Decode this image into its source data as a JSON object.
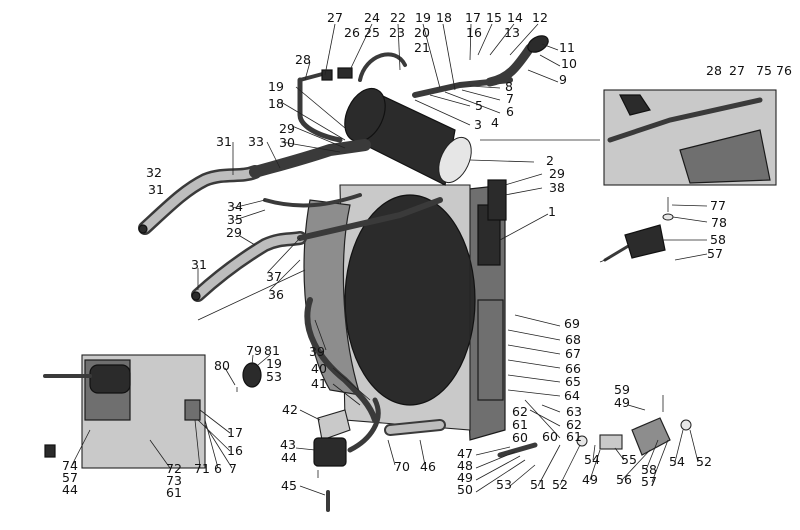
{
  "callouts": [
    {
      "id": "l1",
      "text": "27"
    },
    {
      "id": "l2",
      "text": "24"
    },
    {
      "id": "l3",
      "text": "22"
    },
    {
      "id": "l4",
      "text": "19"
    },
    {
      "id": "l5",
      "text": "18"
    },
    {
      "id": "l6",
      "text": "17"
    },
    {
      "id": "l7",
      "text": "15"
    },
    {
      "id": "l8",
      "text": "14"
    },
    {
      "id": "l9",
      "text": "12"
    },
    {
      "id": "l10",
      "text": "26"
    },
    {
      "id": "l11",
      "text": "25"
    },
    {
      "id": "l12",
      "text": "23"
    },
    {
      "id": "l13",
      "text": "20"
    },
    {
      "id": "l14",
      "text": "16"
    },
    {
      "id": "l15",
      "text": "13"
    },
    {
      "id": "l16",
      "text": "21"
    },
    {
      "id": "l17",
      "text": "11"
    },
    {
      "id": "l18",
      "text": "10"
    },
    {
      "id": "l19",
      "text": "9"
    },
    {
      "id": "l20",
      "text": "28"
    },
    {
      "id": "l21",
      "text": "8"
    },
    {
      "id": "l22",
      "text": "7"
    },
    {
      "id": "l23",
      "text": "6"
    },
    {
      "id": "l24",
      "text": "5"
    },
    {
      "id": "l25",
      "text": "4"
    },
    {
      "id": "l26",
      "text": "3"
    },
    {
      "id": "l27",
      "text": "19"
    },
    {
      "id": "l28",
      "text": "18"
    },
    {
      "id": "l29",
      "text": "29"
    },
    {
      "id": "l30",
      "text": "30"
    },
    {
      "id": "l31",
      "text": "31"
    },
    {
      "id": "l32",
      "text": "33"
    },
    {
      "id": "l33",
      "text": "32"
    },
    {
      "id": "l34",
      "text": "31"
    },
    {
      "id": "l35",
      "text": "2"
    },
    {
      "id": "l36",
      "text": "29"
    },
    {
      "id": "l37",
      "text": "38"
    },
    {
      "id": "l38",
      "text": "34"
    },
    {
      "id": "l39",
      "text": "35"
    },
    {
      "id": "l40",
      "text": "29"
    },
    {
      "id": "l41",
      "text": "1"
    },
    {
      "id": "l42",
      "text": "31"
    },
    {
      "id": "l43",
      "text": "37"
    },
    {
      "id": "l44",
      "text": "36"
    },
    {
      "id": "l45",
      "text": "28"
    },
    {
      "id": "l46",
      "text": "27"
    },
    {
      "id": "l47",
      "text": "75"
    },
    {
      "id": "l48",
      "text": "76"
    },
    {
      "id": "l49",
      "text": "77"
    },
    {
      "id": "l50",
      "text": "78"
    },
    {
      "id": "l51",
      "text": "58"
    },
    {
      "id": "l52",
      "text": "57"
    },
    {
      "id": "l53",
      "text": "69"
    },
    {
      "id": "l54",
      "text": "68"
    },
    {
      "id": "l55",
      "text": "67"
    },
    {
      "id": "l56",
      "text": "66"
    },
    {
      "id": "l57",
      "text": "65"
    },
    {
      "id": "l58",
      "text": "64"
    },
    {
      "id": "l59",
      "text": "63"
    },
    {
      "id": "l60",
      "text": "62"
    },
    {
      "id": "l61",
      "text": "61"
    },
    {
      "id": "l62",
      "text": "62"
    },
    {
      "id": "l63",
      "text": "61"
    },
    {
      "id": "l64",
      "text": "60"
    },
    {
      "id": "l65",
      "text": "60"
    },
    {
      "id": "l66",
      "text": "39"
    },
    {
      "id": "l67",
      "text": "40"
    },
    {
      "id": "l68",
      "text": "41"
    },
    {
      "id": "l69",
      "text": "42"
    },
    {
      "id": "l70",
      "text": "43"
    },
    {
      "id": "l71",
      "text": "44"
    },
    {
      "id": "l72",
      "text": "45"
    },
    {
      "id": "l73",
      "text": "70"
    },
    {
      "id": "l74",
      "text": "46"
    },
    {
      "id": "l75",
      "text": "47"
    },
    {
      "id": "l76",
      "text": "48"
    },
    {
      "id": "l77",
      "text": "49"
    },
    {
      "id": "l78",
      "text": "50"
    },
    {
      "id": "l79",
      "text": "53"
    },
    {
      "id": "l80",
      "text": "51"
    },
    {
      "id": "l81",
      "text": "52"
    },
    {
      "id": "l82",
      "text": "49"
    },
    {
      "id": "l83",
      "text": "54"
    },
    {
      "id": "l84",
      "text": "55"
    },
    {
      "id": "l85",
      "text": "56"
    },
    {
      "id": "l86",
      "text": "58"
    },
    {
      "id": "l87",
      "text": "57"
    },
    {
      "id": "l88",
      "text": "54"
    },
    {
      "id": "l89",
      "text": "52"
    },
    {
      "id": "l90",
      "text": "59"
    },
    {
      "id": "l91",
      "text": "49"
    },
    {
      "id": "l92",
      "text": "79"
    },
    {
      "id": "l93",
      "text": "81"
    },
    {
      "id": "l94",
      "text": "19"
    },
    {
      "id": "l95",
      "text": "80"
    },
    {
      "id": "l96",
      "text": "53"
    },
    {
      "id": "l97",
      "text": "17"
    },
    {
      "id": "l98",
      "text": "16"
    },
    {
      "id": "l99",
      "text": "74"
    },
    {
      "id": "l100",
      "text": "57"
    },
    {
      "id": "l101",
      "text": "44"
    },
    {
      "id": "l102",
      "text": "72"
    },
    {
      "id": "l103",
      "text": "73"
    },
    {
      "id": "l104",
      "text": "61"
    },
    {
      "id": "l105",
      "text": "71"
    },
    {
      "id": "l106",
      "text": "6"
    },
    {
      "id": "l107",
      "text": "7"
    }
  ]
}
